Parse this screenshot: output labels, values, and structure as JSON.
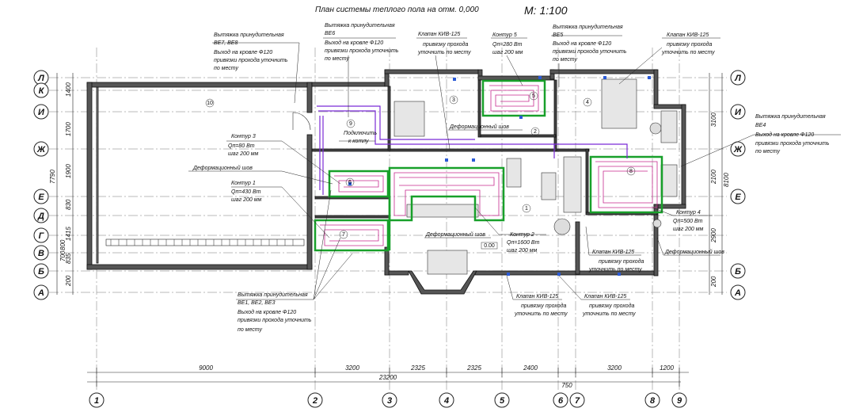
{
  "title": "План системы теплого пола на отм. 0,000",
  "scale": "М: 1:100",
  "axes_letters": [
    "Л",
    "К",
    "И",
    "Ж",
    "Е",
    "Д",
    "Г",
    "В",
    "Б",
    "А"
  ],
  "axes_numbers": [
    "1",
    "2",
    "3",
    "4",
    "5",
    "6",
    "7",
    "8",
    "9"
  ],
  "dims_bottom": [
    "9000",
    "3200",
    "2325",
    "2325",
    "2400",
    "3200",
    "1200"
  ],
  "dim_total": "23200",
  "dim_750": "750",
  "dims_left": [
    "1400",
    "1700",
    "1900",
    "830",
    "1415",
    "700",
    "835",
    "800",
    "200"
  ],
  "dim_left_total": "7790",
  "dims_right": [
    "3100",
    "2100",
    "2900",
    "200"
  ],
  "dim_right_total": "8100",
  "rooms": [
    "10",
    "9",
    "3",
    "5",
    "2",
    "4",
    "1",
    "6",
    "7",
    "8"
  ],
  "notes": {
    "be7": [
      "Вытяжка принудительная",
      "ВЕ7, ВЕ8",
      "Выход на кровле Ф120",
      "привязки прохода уточнить",
      "по месту"
    ],
    "be6": [
      "Вытяжка принудительная",
      "ВЕ6",
      "Выход на кровле Ф120",
      "привязки прохода уточнить",
      "по месту"
    ],
    "klapan_top": [
      "Клапан КИВ-125",
      "привязку прохода",
      "уточнить по месту"
    ],
    "kontur5": [
      "Контур 5",
      "Qп=280 Вт",
      "шаг 200 мм"
    ],
    "be5": [
      "Вытяжка принудительная",
      "ВЕ5",
      "Выход на кровле Ф120",
      "привязки прохода уточнить",
      "по месту"
    ],
    "klapan_right": [
      "Клапан КИВ-125",
      "привязку прохода",
      "уточнить по месту"
    ],
    "podkl": [
      "Подключить",
      "к котлу"
    ],
    "def_shov": "Деформационный шов",
    "kontur3": [
      "Контур 3",
      "Qп=80 Вт",
      "шаг 200 мм"
    ],
    "kontur1": [
      "Контур 1",
      "Qп=430 Вт",
      "шаг 200 мм"
    ],
    "be4": [
      "Вытяжка принудительная",
      "ВЕ4",
      "Выход на кровле Ф120",
      "привязки прохода уточнить",
      "по месту"
    ],
    "kontur2": [
      "Контур 2",
      "Qп=1600 Вт",
      "шаг 200 мм"
    ],
    "kontur4": [
      "Контур 4",
      "Qп=500 Вт",
      "шаг 200 мм"
    ],
    "klapan_mid": [
      "Клапан КИВ-125",
      "привязку прохода",
      "уточнить по месту"
    ],
    "be1": [
      "Вытяжка принудительная",
      "ВЕ1, ВЕ2, ВЕ3",
      "Выход на кровле Ф120",
      "привязки прохода уточнить",
      "по месту"
    ],
    "klapan_b1": [
      "Клапан КИВ-125",
      "привязку прохода",
      "уточнить по месту"
    ],
    "klapan_b2": [
      "Клапан КИВ-125",
      "привязку прохода",
      "уточнить по месту"
    ],
    "level": "0.00"
  }
}
